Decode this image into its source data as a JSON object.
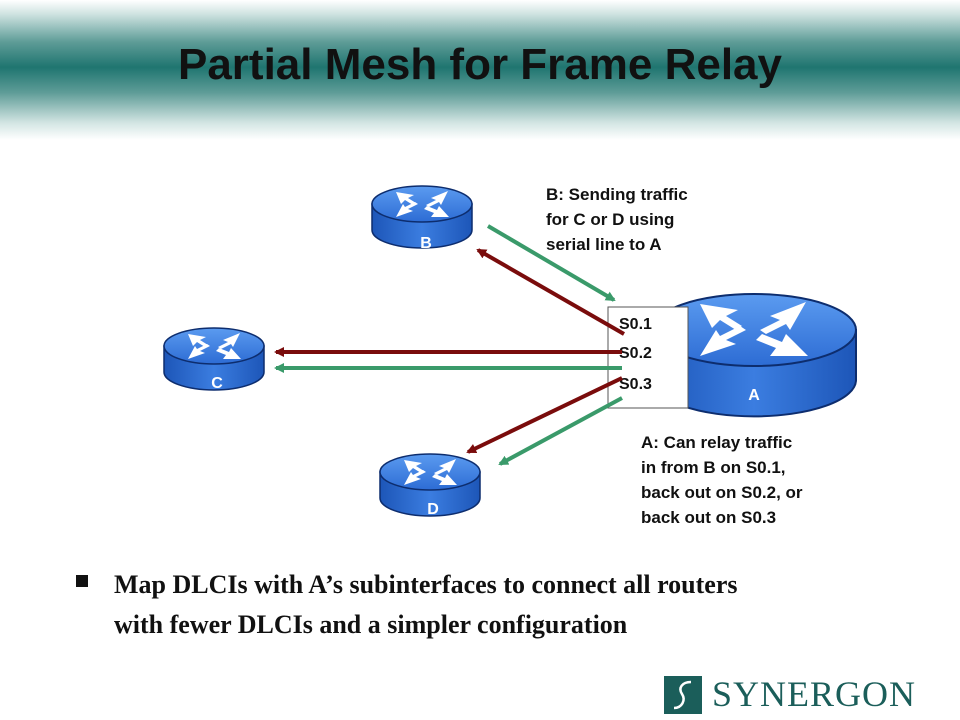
{
  "title": "Partial Mesh for Frame Relay",
  "routers": {
    "a": {
      "label": "A"
    },
    "b": {
      "label": "B"
    },
    "c": {
      "label": "C"
    },
    "d": {
      "label": "D"
    }
  },
  "ports": [
    "S0.1",
    "S0.2",
    "S0.3"
  ],
  "notes": {
    "b_lines": [
      "B: Sending traffic",
      "for C or D using",
      "serial line to A"
    ],
    "a_lines": [
      "A: Can relay traffic",
      "in from B on S0.1,",
      "back out on S0.2, or",
      "back out on S0.3"
    ]
  },
  "bullet": {
    "lines": [
      "Map DLCIs with A’s subinterfaces to connect all routers",
      "with fewer DLCIs and a simpler configuration"
    ]
  },
  "logo": {
    "text": "SYNERGON",
    "mark": "S"
  },
  "colors": {
    "router_blue": "#2e6fd8",
    "arrow_dark_red": "#7a0c0c",
    "arrow_green": "#3a9a6a",
    "brand_teal": "#1b5e5a",
    "icon": "router-icon"
  }
}
